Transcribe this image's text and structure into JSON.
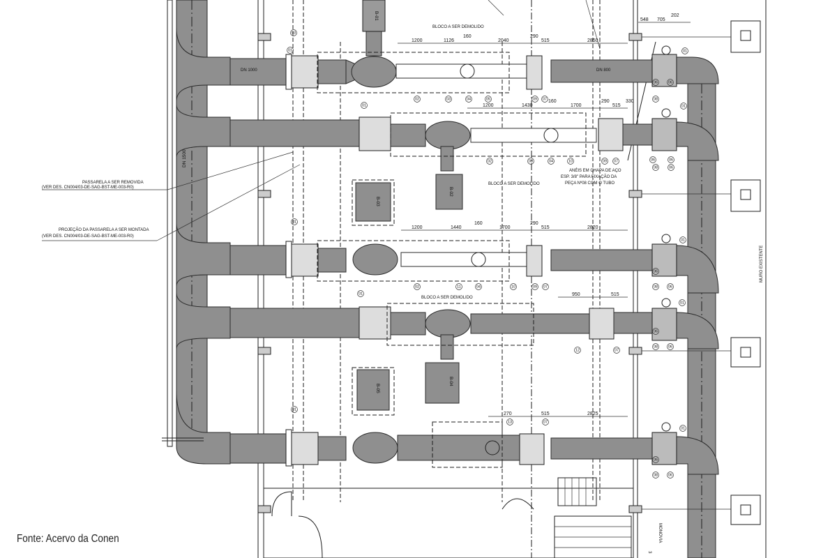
{
  "source": "Fonte: Acervo da Conen",
  "labels": {
    "dn1000": "DN 1000",
    "dn800": "DN 800",
    "dn1500": "DN 1500",
    "bloco_top": "BLOCO A SER DEMOLIDO",
    "bloco_mid": "BLOCO A SER DEMOLIDO",
    "bloco_low": "BLOCO A SER DEMOLIDO",
    "passarela_rem_1": "PASSARELA A SER REMOVIDA",
    "passarela_rem_2": "(VER DES. CN004/03-DE-SAG-BST-ME-003-R0)",
    "passarela_mont_1": "PROJEÇÃO DA PASSARELA A SER MONTADA",
    "passarela_mont_2": "(VER DES. CN004/03-DE-SAG-BST-ME-003-R0)",
    "aneis_1": "ANÉIS EM CHAPA DE AÇO",
    "aneis_2": "ESP. 3/8\" PARA FIXAÇÃO DA",
    "aneis_3": "PEÇA Nº08 COM O TUBO",
    "muro": "MURO EXISTENTE",
    "monovia": "MONOVIA",
    "monovia_n": "3"
  },
  "machines": [
    "B-01",
    "B-02",
    "B-03",
    "B-04",
    "B-05"
  ],
  "dims": {
    "row1": [
      "1200",
      "1126",
      "160",
      "2040",
      "290",
      "515",
      "2850",
      "548",
      "705",
      "202"
    ],
    "row2": [
      "1200",
      "1430",
      "160",
      "1700",
      "290",
      "515",
      "330"
    ],
    "row3": [
      "1200",
      "1440",
      "160",
      "1700",
      "290",
      "515",
      "2820"
    ],
    "row4": [
      "950",
      "515"
    ],
    "row5": [
      "270",
      "515",
      "2825"
    ]
  },
  "bubbles": {
    "r1": [
      "03",
      "01",
      "02",
      "03",
      "04",
      "05",
      "09",
      "07",
      "06",
      "08",
      "06",
      "01"
    ],
    "r2": [
      "01",
      "02",
      "08",
      "04",
      "10",
      "09",
      "07",
      "06",
      "08",
      "06",
      "06",
      "01"
    ],
    "r3": [
      "01",
      "02",
      "11",
      "04",
      "10",
      "09",
      "07",
      "06",
      "08",
      "06",
      "01"
    ],
    "r4": [
      "01",
      "12",
      "07",
      "06",
      "08",
      "06",
      "01"
    ],
    "r5": [
      "01",
      "13",
      "07",
      "06",
      "08",
      "06",
      "01"
    ]
  }
}
